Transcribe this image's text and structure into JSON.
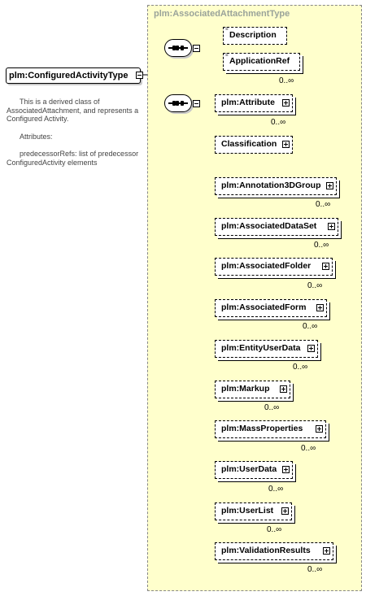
{
  "root": {
    "name": "plm:ConfiguredActivityType",
    "documentation": [
      "This is a derived class of AssociatedAttachment, and represents a Configured Activity.",
      "Attributes:",
      "predecessorRefs: list of predecessor ConfiguredActivity elements"
    ]
  },
  "group": {
    "name": "plm:AssociatedAttachmentType"
  },
  "sequence1": {
    "elements": [
      {
        "name": "Description",
        "multiplicity": ""
      },
      {
        "name": "ApplicationRef",
        "multiplicity": "0..∞"
      }
    ]
  },
  "sequence2": {
    "elements": [
      {
        "name": "plm:Attribute",
        "multiplicity": "0..∞"
      },
      {
        "name": "Classification",
        "multiplicity": ""
      },
      {
        "name": "plm:Annotation3DGroup",
        "multiplicity": "0..∞"
      },
      {
        "name": "plm:AssociatedDataSet",
        "multiplicity": "0..∞"
      },
      {
        "name": "plm:AssociatedFolder",
        "multiplicity": "0..∞"
      },
      {
        "name": "plm:AssociatedForm",
        "multiplicity": "0..∞"
      },
      {
        "name": "plm:EntityUserData",
        "multiplicity": "0..∞"
      },
      {
        "name": "plm:Markup",
        "multiplicity": "0..∞"
      },
      {
        "name": "plm:MassProperties",
        "multiplicity": "0..∞"
      },
      {
        "name": "plm:UserData",
        "multiplicity": "0..∞"
      },
      {
        "name": "plm:UserList",
        "multiplicity": "0..∞"
      },
      {
        "name": "plm:ValidationResults",
        "multiplicity": "0..∞"
      }
    ]
  }
}
